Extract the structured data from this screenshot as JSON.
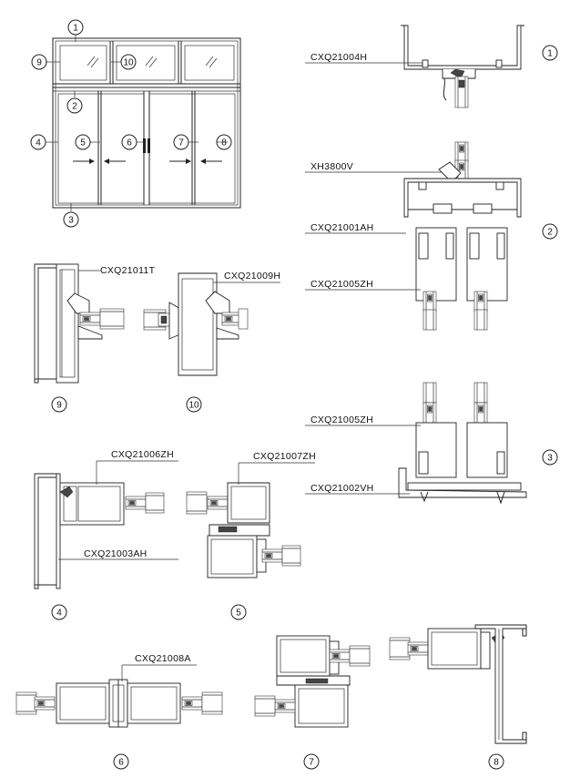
{
  "elevation": {
    "callouts": [
      "1",
      "2",
      "3",
      "4",
      "5",
      "6",
      "7",
      "8",
      "9",
      "10"
    ]
  },
  "sections": {
    "s1": {
      "num": "1",
      "profile": "CXQ21004H"
    },
    "s2": {
      "num": "2",
      "profiles": [
        "XH3800V",
        "CXQ21001AH",
        "CXQ21005ZH"
      ]
    },
    "s3": {
      "num": "3",
      "profiles": [
        "CXQ21005ZH",
        "CXQ21002VH"
      ]
    },
    "s4": {
      "num": "4",
      "profiles": [
        "CXQ21006ZH",
        "CXQ21003AH"
      ]
    },
    "s5": {
      "num": "5",
      "profile": "CXQ21007ZH"
    },
    "s6": {
      "num": "6",
      "profile": "CXQ21008A"
    },
    "s7": {
      "num": "7"
    },
    "s8": {
      "num": "8"
    },
    "s9": {
      "num": "9",
      "profile": "CXQ21011T"
    },
    "s10": {
      "num": "10",
      "profile": "CXQ21009H"
    }
  }
}
